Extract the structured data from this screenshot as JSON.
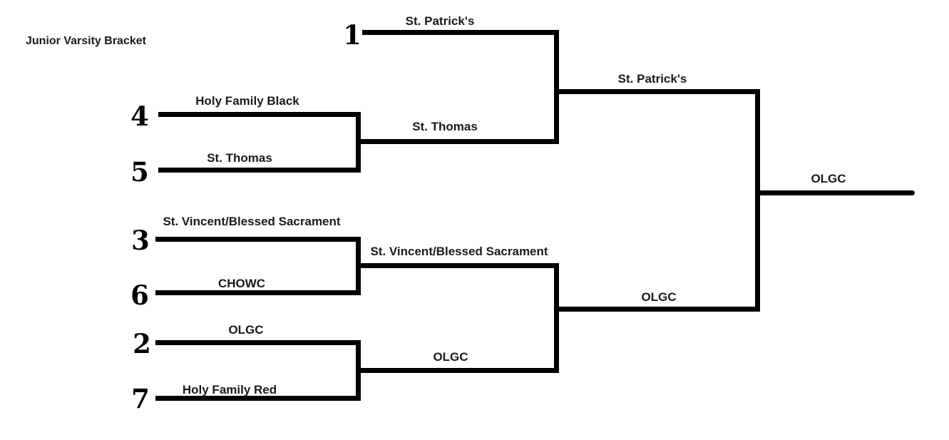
{
  "title": "Junior Varsity Bracket",
  "colors": {
    "line": "#000000",
    "text": "#1a1a1a",
    "background": "#ffffff"
  },
  "bracket": {
    "round1": {
      "match1": {
        "top_seed": "4",
        "top_team": "Holy Family Black",
        "bottom_seed": "5",
        "bottom_team": "St. Thomas"
      },
      "match2": {
        "top_seed": "3",
        "top_team": "St. Vincent/Blessed Sacrament",
        "bottom_seed": "6",
        "bottom_team": "CHOWC"
      },
      "match3": {
        "top_seed": "2",
        "top_team": "OLGC",
        "bottom_seed": "7",
        "bottom_team": "Holy Family Red"
      }
    },
    "round2": {
      "bye": {
        "seed": "1",
        "team": "St. Patrick's"
      },
      "match1_winner": "St. Thomas",
      "match2_winner": "St. Vincent/Blessed Sacrament",
      "match3_winner": "OLGC"
    },
    "semifinals": {
      "top_winner": "St. Patrick's",
      "bottom_winner": "OLGC"
    },
    "champion": "OLGC"
  }
}
